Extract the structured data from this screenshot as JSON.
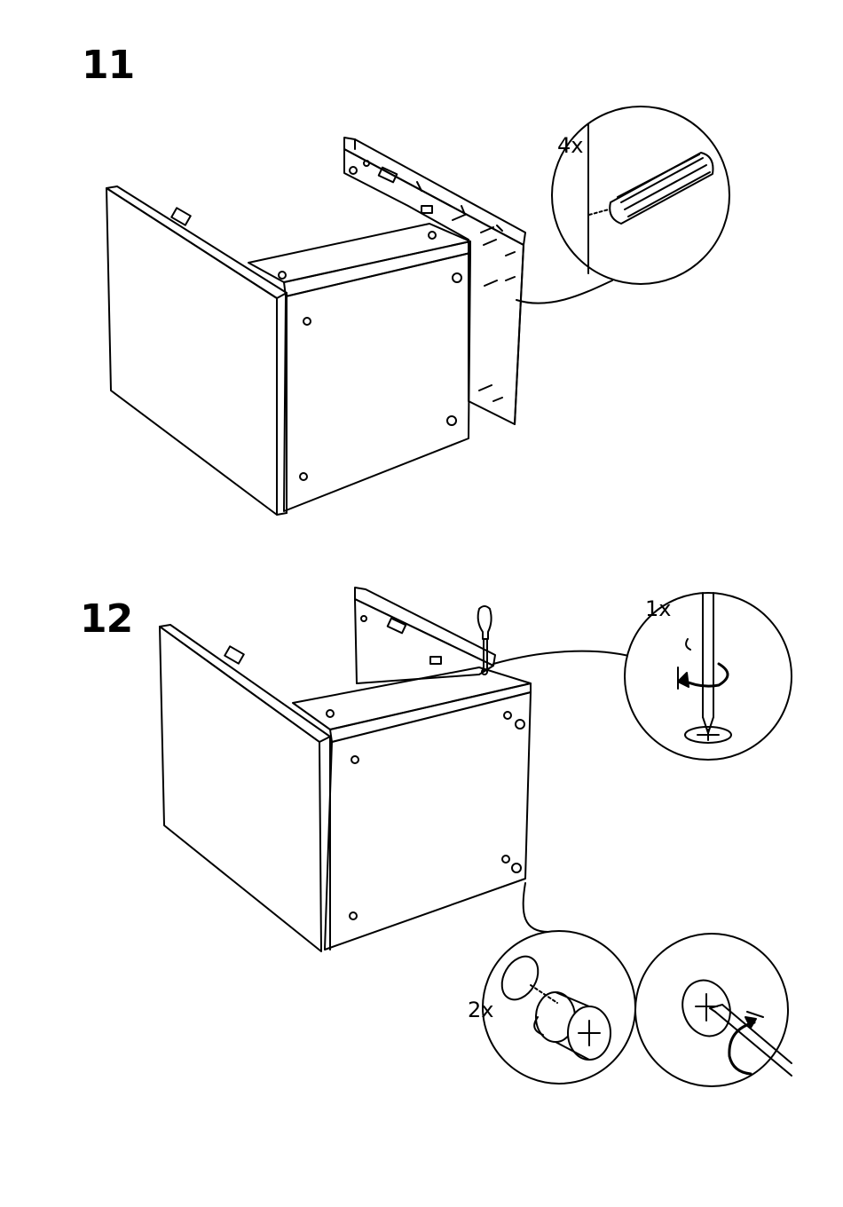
{
  "steps": [
    {
      "number": "11",
      "callouts": [
        {
          "quantity": "4x",
          "part": "wooden-dowel"
        }
      ]
    },
    {
      "number": "12",
      "callouts": [
        {
          "quantity": "1x",
          "part": "screw",
          "rotation": "counter-clockwise"
        },
        {
          "quantity": "2x",
          "part": "cam-lock",
          "rotation": "clockwise"
        }
      ]
    }
  ]
}
